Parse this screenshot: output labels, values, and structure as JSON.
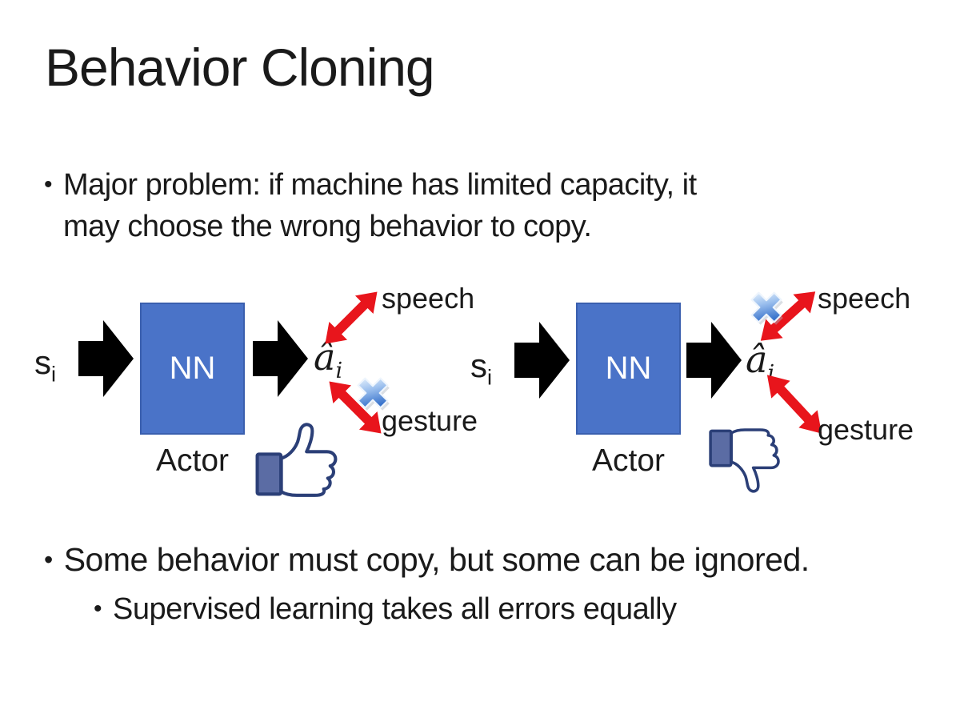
{
  "title": "Behavior Cloning",
  "bullet_glyph": "•",
  "points": {
    "major_problem_line1": "Major problem: if machine has limited capacity, it",
    "major_problem_line2": "may choose the wrong behavior to copy.",
    "some_behavior": "Some behavior must copy, but some can be ignored.",
    "supervised": "Supervised learning takes all errors equally"
  },
  "diagrams": [
    {
      "side": "left",
      "input_label": "s",
      "input_subscript": "i",
      "network_label": "NN",
      "network_caption": "Actor",
      "output_label": "â",
      "output_subscript": "i",
      "branch_top_label": "speech",
      "branch_bottom_label": "gesture",
      "crossed_out_branch": "gesture",
      "feedback_icon": "thumbs-up"
    },
    {
      "side": "right",
      "input_label": "s",
      "input_subscript": "i",
      "network_label": "NN",
      "network_caption": "Actor",
      "output_label": "â",
      "output_subscript": "i",
      "branch_top_label": "speech",
      "branch_bottom_label": "gesture",
      "crossed_out_branch": "speech",
      "feedback_icon": "thumbs-down"
    }
  ],
  "colors": {
    "background": "#ffffff",
    "text": "#1a1a1a",
    "nn_box_fill": "#4a73c8",
    "nn_box_border": "#3a5fae",
    "nn_box_text": "#ffffff",
    "block_arrow": "#000000",
    "branch_arrow_red": "#e8151c",
    "cross_blue_light": "#e6f1fc",
    "cross_blue_mid": "#9cc0ee",
    "cross_blue_dark": "#3a74cc",
    "thumb_outline": "#2b3f77",
    "thumb_cuff_fill": "#5b6ca4",
    "thumb_hand_fill": "#ffffff",
    "thumb_shadow": "#d9dde6"
  }
}
